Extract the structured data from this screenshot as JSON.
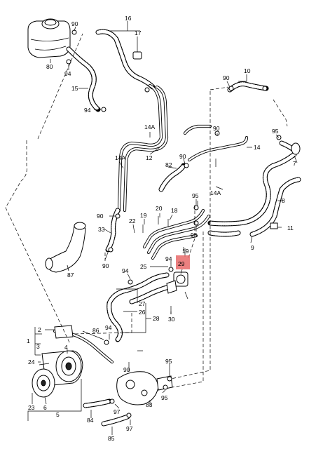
{
  "diagram": {
    "labels": {
      "l16": "16",
      "l17": "17",
      "l90a": "90",
      "l80": "80",
      "l94a": "94",
      "l15": "15",
      "l94b": "94",
      "l90b": "90",
      "l10": "10",
      "l14Aa": "14A",
      "l90c": "90",
      "l12": "12",
      "l95a": "95",
      "l14": "14",
      "l14Ab": "14A",
      "l82": "82",
      "l90d": "90",
      "l7": "7",
      "l14Ac": "14A",
      "l95b": "95",
      "l8": "8",
      "l90e": "90",
      "l19a": "19",
      "l20": "20",
      "l18": "18",
      "l22": "22",
      "l33": "33",
      "l90f": "90",
      "l95c": "95",
      "l11": "11",
      "l9": "9",
      "l19b": "19",
      "l87": "87",
      "l25": "25",
      "l94c": "94",
      "l29": "29",
      "l94d": "94",
      "l27": "27",
      "l26": "26",
      "l28": "28",
      "l30": "30",
      "l2": "2",
      "l1": "1",
      "l3": "3",
      "l86": "86",
      "l94e": "94",
      "l24": "24",
      "l4": "4",
      "l95d": "95",
      "l23": "23",
      "l6": "6",
      "l5": "5",
      "l90g": "90",
      "l95e": "95",
      "l83": "83",
      "l84": "84",
      "l97a": "97",
      "l97b": "97",
      "l85": "85"
    },
    "highlight_color": "#e86a6a"
  }
}
